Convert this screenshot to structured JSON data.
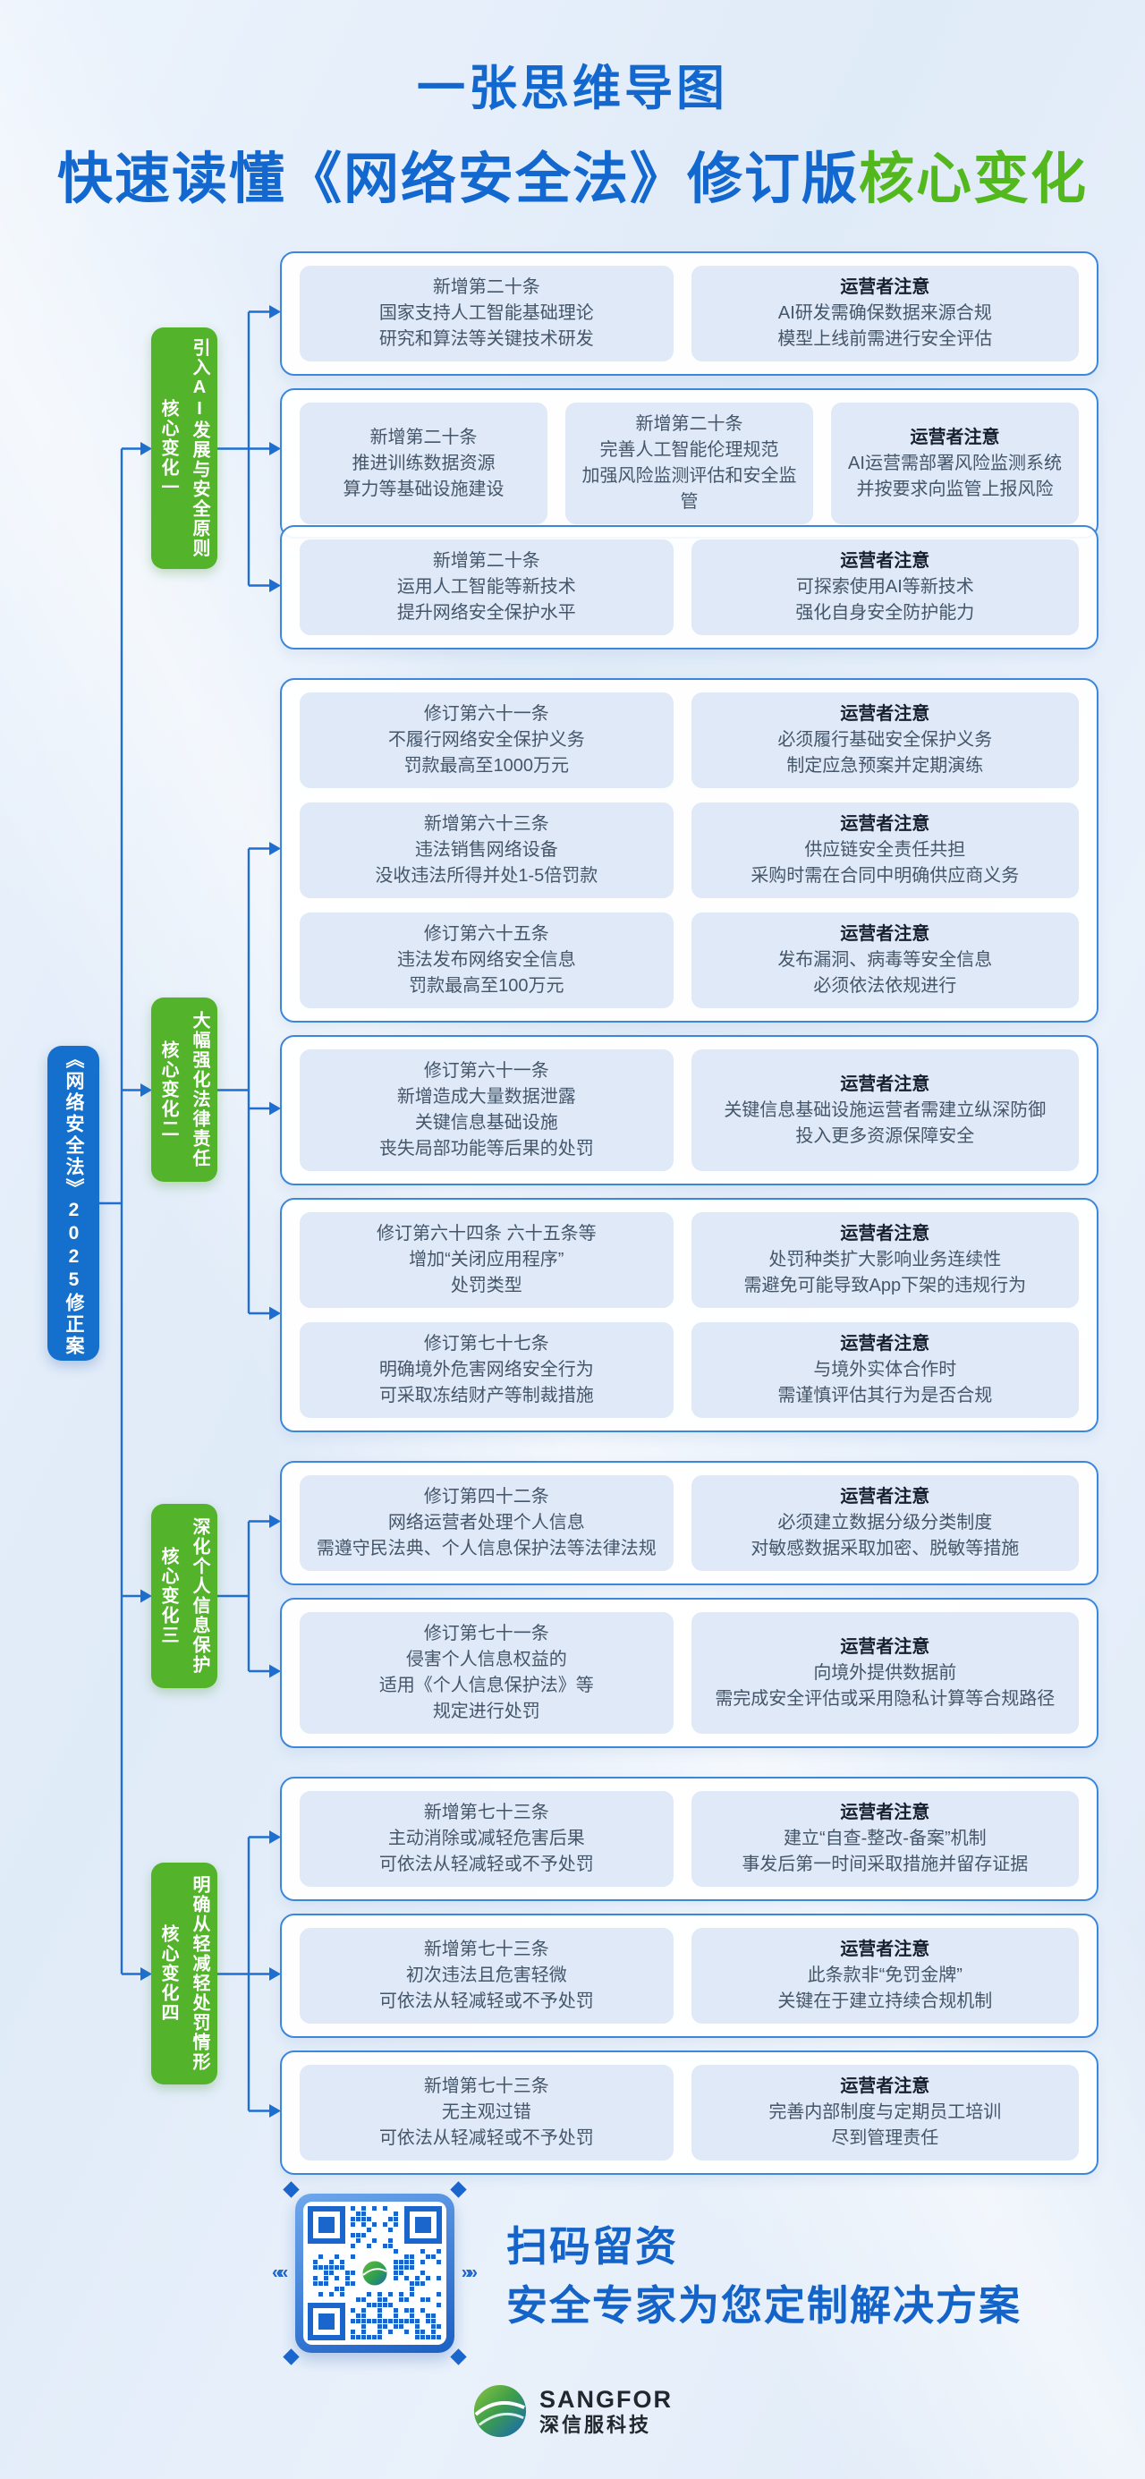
{
  "title": {
    "line1": "一张思维导图",
    "line2_blue": "快速读懂《网络安全法》修订版",
    "line2_green": "核心变化"
  },
  "root": {
    "label": "《网络安全法》2025修正案"
  },
  "sections": [
    {
      "label": "引入AI发展与安全原则",
      "sublabel": "核心变化一",
      "panels": [
        {
          "rows": [
            [
              {
                "type": "law",
                "heading": "新增第二十条",
                "lines": [
                  "国家支持人工智能基础理论",
                  "研究和算法等关键技术研发"
                ]
              },
              {
                "type": "notice",
                "heading": "运营者注意",
                "lines": [
                  "AI研发需确保数据来源合规",
                  "模型上线前需进行安全评估"
                ]
              }
            ]
          ]
        },
        {
          "rows": [
            [
              {
                "type": "law",
                "heading": "新增第二十条",
                "lines": [
                  "推进训练数据资源",
                  "算力等基础设施建设"
                ]
              },
              {
                "type": "law",
                "heading": "新增第二十条",
                "lines": [
                  "完善人工智能伦理规范",
                  "加强风险监测评估和安全监管"
                ]
              },
              {
                "type": "notice",
                "heading": "运营者注意",
                "lines": [
                  "AI运营需部署风险监测系统",
                  "并按要求向监管上报风险"
                ]
              }
            ]
          ]
        },
        {
          "rows": [
            [
              {
                "type": "law",
                "heading": "新增第二十条",
                "lines": [
                  "运用人工智能等新技术",
                  "提升网络安全保护水平"
                ]
              },
              {
                "type": "notice",
                "heading": "运营者注意",
                "lines": [
                  "可探索使用AI等新技术",
                  "强化自身安全防护能力"
                ]
              }
            ]
          ]
        }
      ]
    },
    {
      "label": "大幅强化法律责任",
      "sublabel": "核心变化二",
      "panels": [
        {
          "rows": [
            [
              {
                "type": "law",
                "heading": "修订第六十一条",
                "lines": [
                  "不履行网络安全保护义务",
                  "罚款最高至1000万元"
                ]
              },
              {
                "type": "notice",
                "heading": "运营者注意",
                "lines": [
                  "必须履行基础安全保护义务",
                  "制定应急预案并定期演练"
                ]
              }
            ],
            [
              {
                "type": "law",
                "heading": "新增第六十三条",
                "lines": [
                  "违法销售网络设备",
                  "没收违法所得并处1-5倍罚款"
                ]
              },
              {
                "type": "notice",
                "heading": "运营者注意",
                "lines": [
                  "供应链安全责任共担",
                  "采购时需在合同中明确供应商义务"
                ]
              }
            ],
            [
              {
                "type": "law",
                "heading": "修订第六十五条",
                "lines": [
                  "违法发布网络安全信息",
                  "罚款最高至100万元"
                ]
              },
              {
                "type": "notice",
                "heading": "运营者注意",
                "lines": [
                  "发布漏洞、病毒等安全信息",
                  "必须依法依规进行"
                ]
              }
            ]
          ]
        },
        {
          "rows": [
            [
              {
                "type": "law",
                "heading": "修订第六十一条",
                "lines": [
                  "新增造成大量数据泄露",
                  "关键信息基础设施",
                  "丧失局部功能等后果的处罚"
                ]
              },
              {
                "type": "notice",
                "heading": "运营者注意",
                "lines": [
                  "关键信息基础设施运营者需建立纵深防御",
                  "投入更多资源保障安全"
                ]
              }
            ]
          ]
        },
        {
          "rows": [
            [
              {
                "type": "law",
                "heading": "修订第六十四条 六十五条等",
                "lines": [
                  "增加“关闭应用程序”",
                  "处罚类型"
                ]
              },
              {
                "type": "notice",
                "heading": "运营者注意",
                "lines": [
                  "处罚种类扩大影响业务连续性",
                  "需避免可能导致App下架的违规行为"
                ]
              }
            ],
            [
              {
                "type": "law",
                "heading": "修订第七十七条",
                "lines": [
                  "明确境外危害网络安全行为",
                  "可采取冻结财产等制裁措施"
                ]
              },
              {
                "type": "notice",
                "heading": "运营者注意",
                "lines": [
                  "与境外实体合作时",
                  "需谨慎评估其行为是否合规"
                ]
              }
            ]
          ]
        }
      ]
    },
    {
      "label": "深化个人信息保护",
      "sublabel": "核心变化三",
      "panels": [
        {
          "rows": [
            [
              {
                "type": "law",
                "heading": "修订第四十二条",
                "lines": [
                  "网络运营者处理个人信息",
                  "需遵守民法典、个人信息保护法等法律法规"
                ]
              },
              {
                "type": "notice",
                "heading": "运营者注意",
                "lines": [
                  "必须建立数据分级分类制度",
                  "对敏感数据采取加密、脱敏等措施"
                ]
              }
            ]
          ]
        },
        {
          "rows": [
            [
              {
                "type": "law",
                "heading": "修订第七十一条",
                "lines": [
                  "侵害个人信息权益的",
                  "适用《个人信息保护法》等",
                  "规定进行处罚"
                ]
              },
              {
                "type": "notice",
                "heading": "运营者注意",
                "lines": [
                  "向境外提供数据前",
                  "需完成安全评估或采用隐私计算等合规路径"
                ]
              }
            ]
          ]
        }
      ]
    },
    {
      "label": "明确从轻减轻处罚情形",
      "sublabel": "核心变化四",
      "panels": [
        {
          "rows": [
            [
              {
                "type": "law",
                "heading": "新增第七十三条",
                "lines": [
                  "主动消除或减轻危害后果",
                  "可依法从轻减轻或不予处罚"
                ]
              },
              {
                "type": "notice",
                "heading": "运营者注意",
                "lines": [
                  "建立“自查-整改-备案”机制",
                  "事发后第一时间采取措施并留存证据"
                ]
              }
            ]
          ]
        },
        {
          "rows": [
            [
              {
                "type": "law",
                "heading": "新增第七十三条",
                "lines": [
                  "初次违法且危害轻微",
                  "可依法从轻减轻或不予处罚"
                ]
              },
              {
                "type": "notice",
                "heading": "运营者注意",
                "lines": [
                  "此条款非“免罚金牌”",
                  "关键在于建立持续合规机制"
                ]
              }
            ]
          ]
        },
        {
          "rows": [
            [
              {
                "type": "law",
                "heading": "新增第七十三条",
                "lines": [
                  "无主观过错",
                  "可依法从轻减轻或不予处罚"
                ]
              },
              {
                "type": "notice",
                "heading": "运营者注意",
                "lines": [
                  "完善内部制度与定期员工培训",
                  "尽到管理责任"
                ]
              }
            ]
          ]
        }
      ]
    }
  ],
  "cta": {
    "line1": "扫码留资",
    "line2": "安全专家为您定制解决方案",
    "qr_icon": "qr-code"
  },
  "footer": {
    "brand": "SANGFOR",
    "brand_cn": "深信服科技"
  },
  "colors": {
    "title_blue": "#1368cf",
    "accent_green": "#53b81e",
    "pill_green": "#53b42c",
    "root_blue": "#1470cc",
    "connector_blue": "#1e6fd1",
    "panel_border": "#3b87dc",
    "card_bg": "#dfe9f7",
    "text_dark": "#45566a",
    "notice_heading": "#16202e",
    "cta_blue": "#1463c8"
  }
}
